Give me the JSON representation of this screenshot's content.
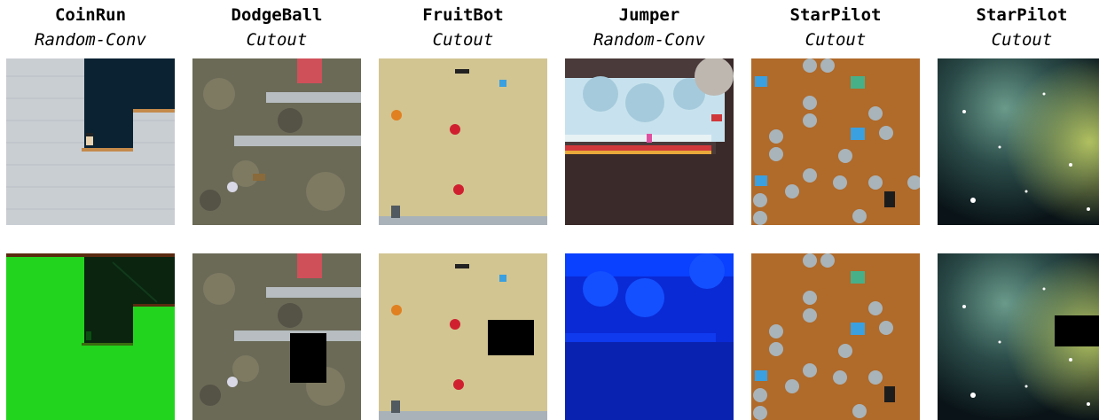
{
  "columns": [
    {
      "game": "CoinRun",
      "augmentation": "Random-Conv"
    },
    {
      "game": "DodgeBall",
      "augmentation": "Cutout"
    },
    {
      "game": "FruitBot",
      "augmentation": "Cutout"
    },
    {
      "game": "Jumper",
      "augmentation": "Random-Conv"
    },
    {
      "game": "StarPilot",
      "augmentation": "Cutout"
    },
    {
      "game": "StarPilot",
      "augmentation": "Cutout"
    }
  ],
  "colors": {
    "coinrun_bg": "#c9ced3",
    "coinrun_dark": "#0b2233",
    "coinrun_green": "#22d41e",
    "dodgeball_ground": "#6b6a57",
    "fruitbot_sand": "#d2c592",
    "jumper_bg": "#3b2a2a",
    "jumper_blue": "#0a2ad6",
    "starpilot_brown": "#b06a2a",
    "space_dark": "#0e1a1e",
    "cutout": "#000000"
  }
}
